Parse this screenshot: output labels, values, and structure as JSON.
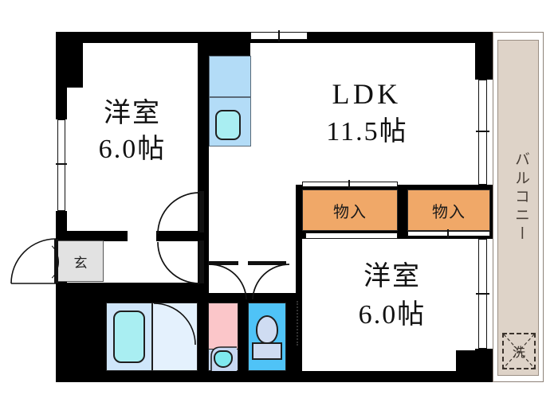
{
  "plan": {
    "title": "Japanese apartment floor plan",
    "units": "帖"
  },
  "rooms": [
    {
      "id": "bedroom-left",
      "name": "洋室",
      "size": "6.0帖",
      "type": "western-bedroom"
    },
    {
      "id": "ldk",
      "name": "LDK",
      "size": "11.5帖",
      "type": "living-dining-kitchen"
    },
    {
      "id": "bedroom-right",
      "name": "洋室",
      "size": "6.0帖",
      "type": "western-bedroom"
    }
  ],
  "closets": [
    {
      "id": "closet-left",
      "label": "物入"
    },
    {
      "id": "closet-right",
      "label": "物入"
    }
  ],
  "entrance": {
    "label": "玄",
    "name": "genkan"
  },
  "balcony": {
    "label": "バルコニー"
  },
  "washer_space": {
    "label": "洗"
  },
  "fixtures": {
    "bathtub": "bathtub",
    "washbasin": "washbasin",
    "toilet": "toilet",
    "kitchen_sink": "kitchen-sink"
  },
  "colors": {
    "wall": "#000000",
    "closet": "#f0a868",
    "balcony": "#ded3c8",
    "bath": "#cfe6fa",
    "washroom": "#fbc6c9",
    "toilet": "#4fc3f7",
    "kitchen": "#b3dcf7",
    "genkan": "#e2e2e2"
  }
}
